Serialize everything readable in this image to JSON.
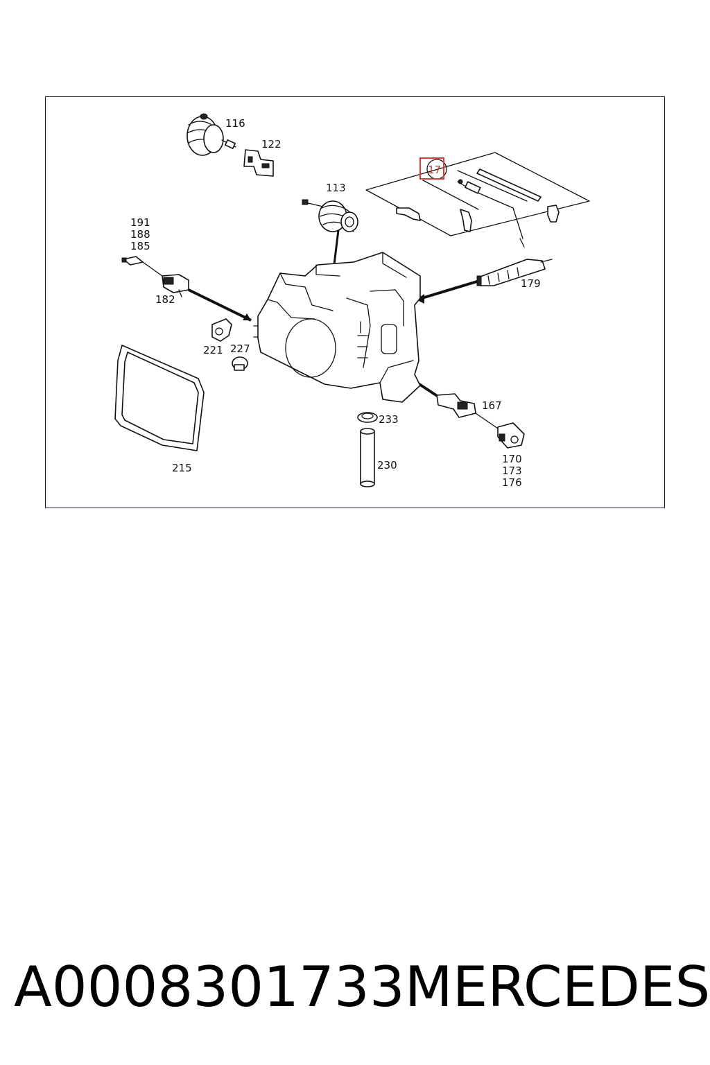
{
  "labels": {
    "l116": "116",
    "l122": "122",
    "l113": "113",
    "l17": "17",
    "l191": "191",
    "l188": "188",
    "l185": "185",
    "l182": "182",
    "l179": "179",
    "l221": "221",
    "l227": "227",
    "l215": "215",
    "l233": "233",
    "l230": "230",
    "l167": "167",
    "l170": "170",
    "l173": "173",
    "l176": "176"
  },
  "highlight": {
    "label": "17",
    "color": "#d63b3b"
  },
  "footer": {
    "part_number": "A0008301733",
    "brand": "MERCEDES"
  }
}
